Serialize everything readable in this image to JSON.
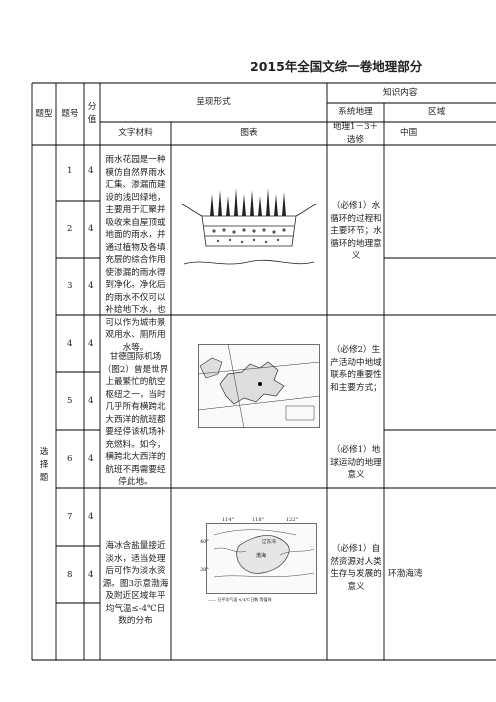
{
  "title": "2015年全国文综一卷地理部分",
  "headers": {
    "tixing": "题型",
    "tihao": "题号",
    "fenzhi": "分值",
    "chengxian": "呈现形式",
    "zhishi": "知识内容",
    "xitong": "系统地理",
    "quyu": "区域",
    "wenzi": "文字材料",
    "tubiao": "图表",
    "dili": "地理1－3＋选修",
    "zhongguo": "中国"
  },
  "section_label": "选择题",
  "rows": [
    {
      "no": "1",
      "score": "4"
    },
    {
      "no": "2",
      "score": "4"
    },
    {
      "no": "3",
      "score": "4"
    },
    {
      "no": "4",
      "score": "4"
    },
    {
      "no": "5",
      "score": "4"
    },
    {
      "no": "6",
      "score": "4"
    },
    {
      "no": "7",
      "score": "4"
    },
    {
      "no": "8",
      "score": "4"
    }
  ],
  "groups": [
    {
      "material": "雨水花园是一种模仿自然界雨水汇集、渗漏而建设的浅凹绿地，主要用于汇聚并吸收来自屋顶或地面的雨水，并通过植物及各填充层的综合作用使渗漏的雨水得到净化。净化后的雨水不仅可以补给地下水，也可以作为城市景观用水、厕所用水等。",
      "knowledge": "（必修1）水循环的过程和主要环节；水循环的地理意义"
    },
    {
      "material": "甘德国际机场（图2）曾是世界上最繁忙的航空枢纽之一，当时几乎所有横跨北大西洋的航班都要经停该机场补充燃料。如今，横跨北大西洋的航班不再需要经停此地。",
      "knowledge_a": "（必修2）生产活动中地域联系的重要性和主要方式；",
      "knowledge_b": "（必修1）地球运动的地理意义"
    },
    {
      "material": "海冰含盐量接近淡水，适当处理后可作为淡水资源。图3示意渤海及附近区域年平均气温≤-4℃日数的分布",
      "knowledge": "（必修1）自然资源对人类生存与发展的意义",
      "region": "环渤海湾"
    }
  ],
  "map_labels": {
    "lon1": "114°",
    "lon2": "118°",
    "lon3": "122°",
    "lat1": "40°",
    "lat2": "38°",
    "place1": "渤海",
    "place2": "辽东湾",
    "legend": "—— 日平均气温 ≤-4℃日数 等值线"
  }
}
